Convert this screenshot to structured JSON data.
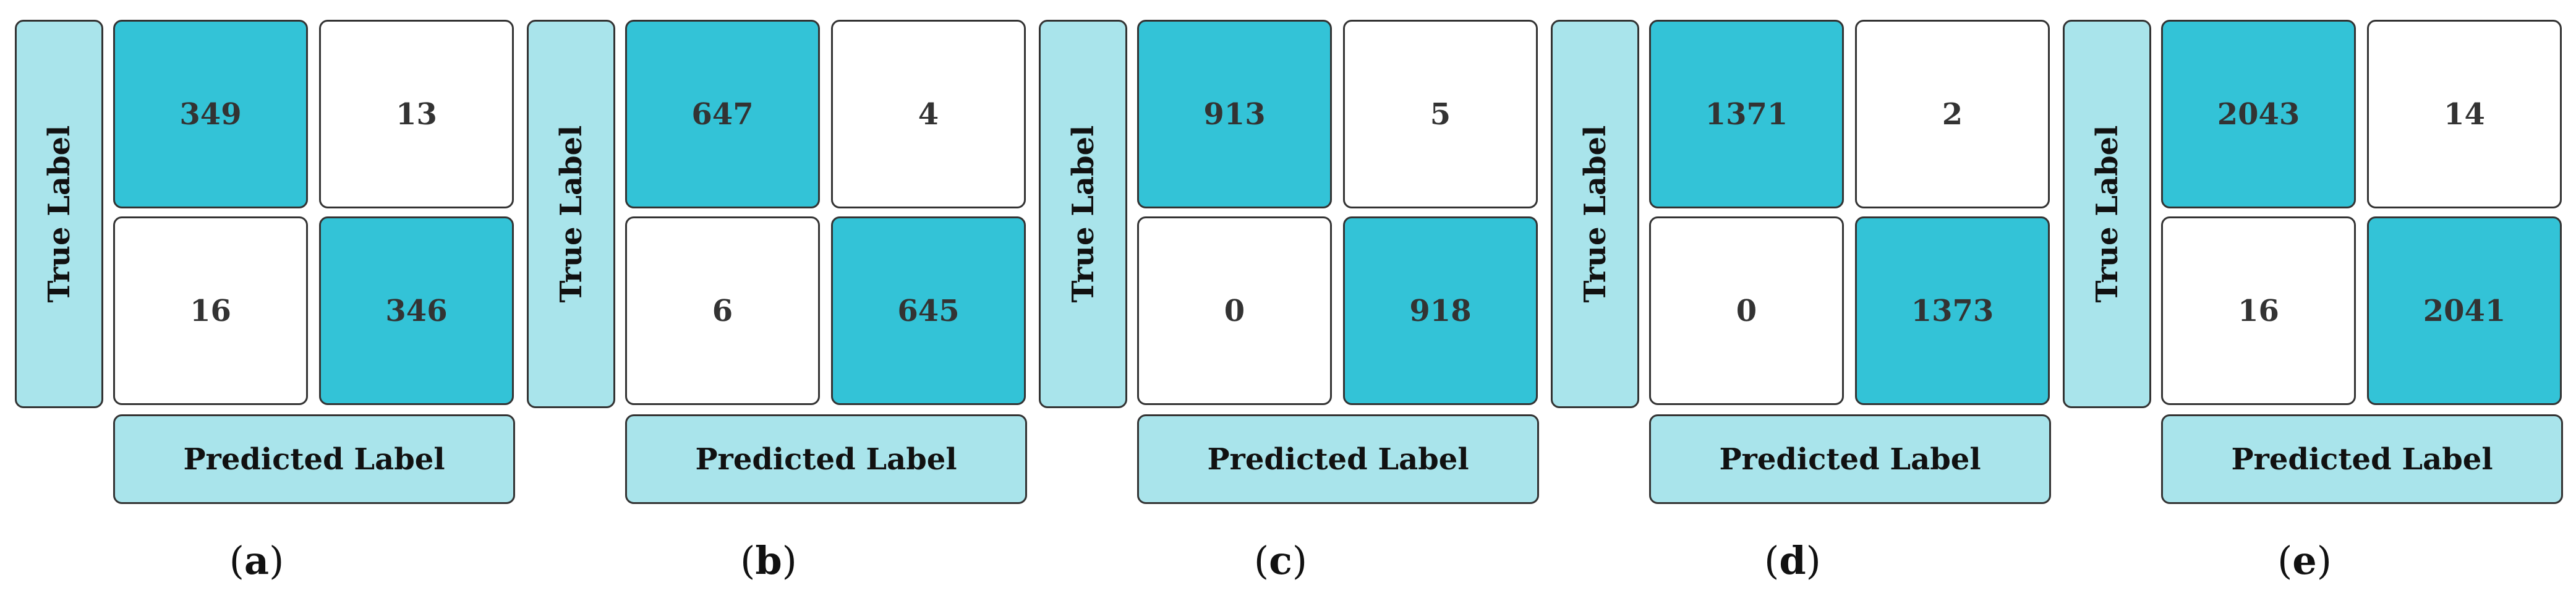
{
  "chart_data": [
    {
      "type": "heatmap",
      "panel_label": "a",
      "ylabel": "True Label",
      "xlabel": "Predicted Label",
      "matrix": [
        [
          349,
          13
        ],
        [
          16,
          346
        ]
      ]
    },
    {
      "type": "heatmap",
      "panel_label": "b",
      "ylabel": "True Label",
      "xlabel": "Predicted Label",
      "matrix": [
        [
          647,
          4
        ],
        [
          6,
          645
        ]
      ]
    },
    {
      "type": "heatmap",
      "panel_label": "c",
      "ylabel": "True Label",
      "xlabel": "Predicted Label",
      "matrix": [
        [
          913,
          5
        ],
        [
          0,
          918
        ]
      ]
    },
    {
      "type": "heatmap",
      "panel_label": "d",
      "ylabel": "True Label",
      "xlabel": "Predicted Label",
      "matrix": [
        [
          1371,
          2
        ],
        [
          0,
          1373
        ]
      ]
    },
    {
      "type": "heatmap",
      "panel_label": "e",
      "ylabel": "True Label",
      "xlabel": "Predicted Label",
      "matrix": [
        [
          2043,
          14
        ],
        [
          16,
          2041
        ]
      ]
    }
  ],
  "colors": {
    "diagonal_cell": "#33c3d7",
    "off_diagonal_cell": "#ffffff",
    "label_box": "#a9e4eb",
    "border": "#333333"
  }
}
